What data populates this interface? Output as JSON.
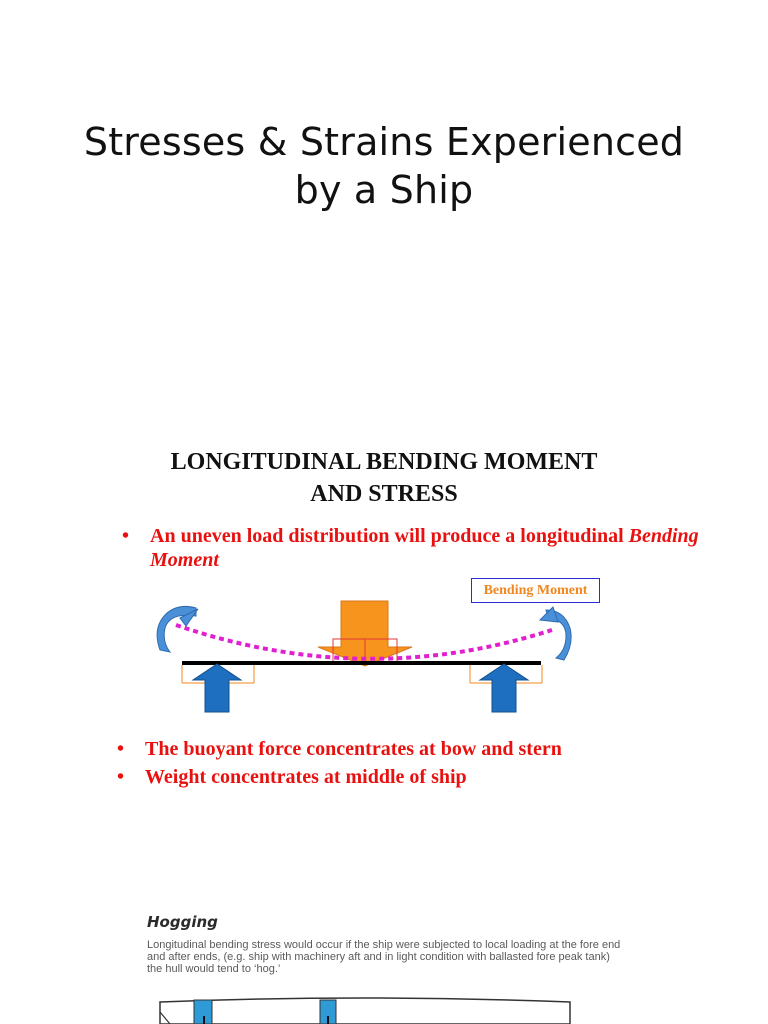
{
  "slide": {
    "title_line1": "Stresses & Strains Experienced",
    "title_line2": "by a Ship"
  },
  "section": {
    "heading_line1": "LONGITUDINAL BENDING MOMENT",
    "heading_line2": "AND STRESS",
    "bullet1_text": "An uneven load distribution will produce a longitudinal ",
    "bullet1_emphasis": "Bending Moment",
    "bullet2": "The buoyant force concentrates at bow and stern",
    "bullet3": "Weight concentrates at middle of ship",
    "bullet_glyph": "•"
  },
  "diagram": {
    "bending_moment_label": "Bending Moment",
    "colors": {
      "weight_arrow": "#f7941d",
      "buoyancy_arrow": "#1f6fc1",
      "moment_arrow": "#4a90d9",
      "deflection_line": "#e020d0",
      "beam": "#000000",
      "load_lines": "#f2871f"
    }
  },
  "hogging": {
    "title": "Hogging",
    "text": "Longitudinal bending stress would occur if the ship were subjected to local loading at the fore end and after ends, (e.g. ship with machinery aft and in light condition with ballasted fore peak tank) the hull would tend to ‘hog.’"
  }
}
